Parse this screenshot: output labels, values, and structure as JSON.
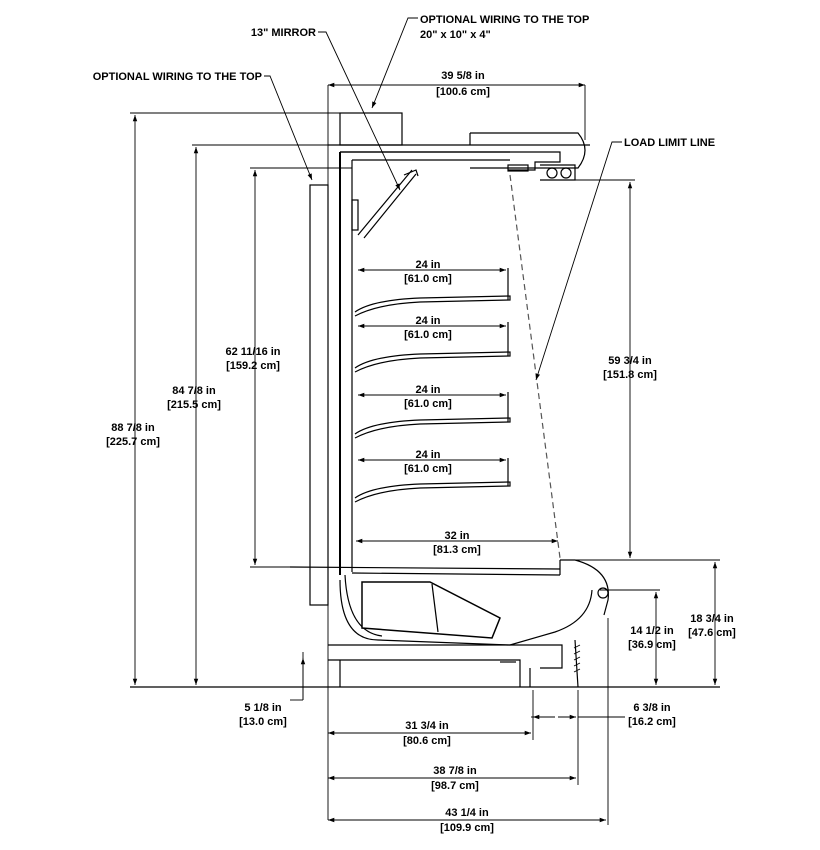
{
  "callouts": {
    "mirror": "13\" MIRROR",
    "wiring_top_right_line1": "OPTIONAL WIRING TO THE TOP",
    "wiring_top_right_line2": "20\" x 10\" x 4\"",
    "wiring_top_left": "OPTIONAL WIRING TO THE TOP",
    "load_limit": "LOAD LIMIT LINE"
  },
  "dimensions": {
    "top_depth": {
      "imperial": "39 5/8 in",
      "metric": "[100.6 cm]"
    },
    "overall_height": {
      "imperial": "88 7/8 in",
      "metric": "[225.7 cm]"
    },
    "height_84": {
      "imperial": "84 7/8 in",
      "metric": "[215.5 cm]"
    },
    "height_62": {
      "imperial": "62 11/16 in",
      "metric": "[159.2 cm]"
    },
    "load_height": {
      "imperial": "59 3/4 in",
      "metric": "[151.8 cm]"
    },
    "shelves": [
      {
        "imperial": "24 in",
        "metric": "[61.0 cm]"
      },
      {
        "imperial": "24 in",
        "metric": "[61.0 cm]"
      },
      {
        "imperial": "24 in",
        "metric": "[61.0 cm]"
      },
      {
        "imperial": "24 in",
        "metric": "[61.0 cm]"
      }
    ],
    "deck_depth": {
      "imperial": "32 in",
      "metric": "[81.3 cm]"
    },
    "front_height_14": {
      "imperial": "14 1/2 in",
      "metric": "[36.9 cm]"
    },
    "front_height_18": {
      "imperial": "18 3/4 in",
      "metric": "[47.6 cm]"
    },
    "base_offset": {
      "imperial": "5 1/8 in",
      "metric": "[13.0 cm]"
    },
    "front_offset": {
      "imperial": "6 3/8 in",
      "metric": "[16.2 cm]"
    },
    "depth_31": {
      "imperial": "31 3/4 in",
      "metric": "[80.6 cm]"
    },
    "depth_38": {
      "imperial": "38 7/8 in",
      "metric": "[98.7 cm]"
    },
    "depth_43": {
      "imperial": "43 1/4 in",
      "metric": "[109.9 cm]"
    }
  }
}
